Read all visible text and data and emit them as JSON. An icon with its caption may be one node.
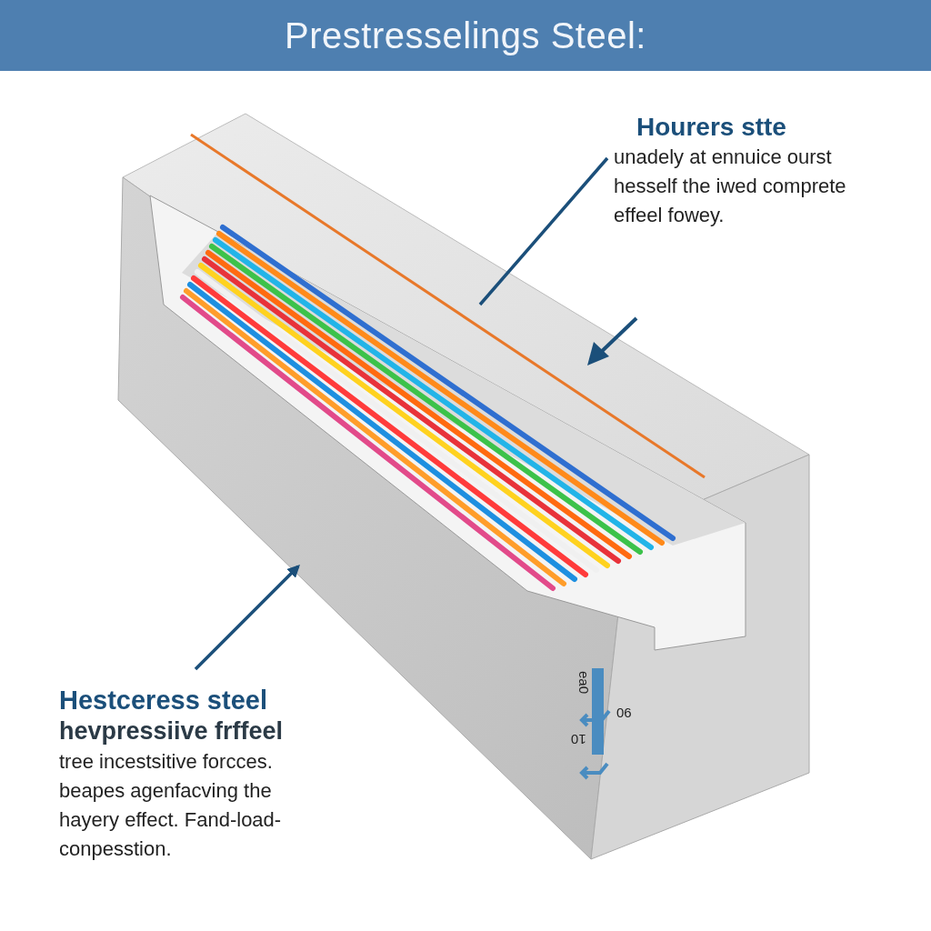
{
  "diagram": {
    "title": "Prestresselings Steel:",
    "nodes": [
      {
        "text": [
          "Hourers stte",
          "unadely at ennuice ourst hesself the iwed comprete effeel fowey."
        ]
      },
      {
        "text": [
          "Hestceress steel",
          "hevpressiive frffeel",
          "tree incestsitive forcces. beapes agenfacving the hayery effect. Fand-load-conpesstion."
        ]
      },
      {
        "text": [],
        "shape": "picture"
      }
    ],
    "edges": [
      {
        "from": 0,
        "to": 2,
        "arrow": "none"
      },
      {
        "from": 1,
        "to": 2,
        "arrow": "to"
      }
    ],
    "labels": [
      "ea0",
      "06",
      "10"
    ]
  }
}
